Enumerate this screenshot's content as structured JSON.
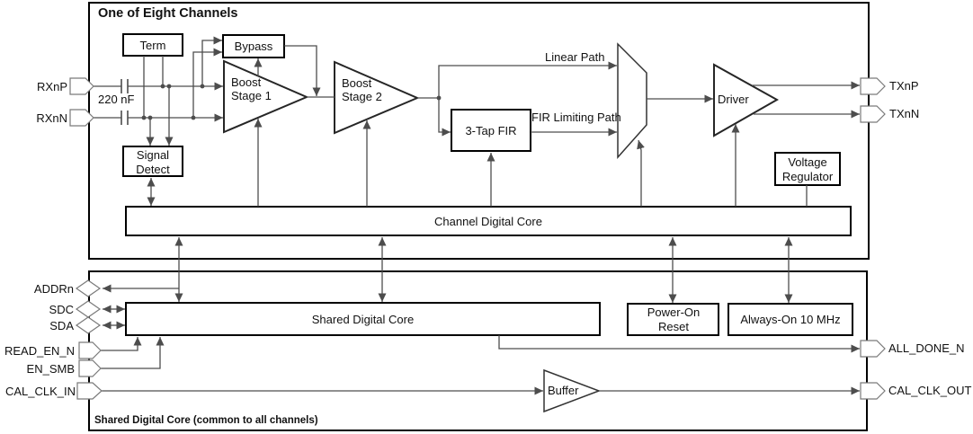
{
  "channel": {
    "title": "One of Eight Channels",
    "blocks": {
      "term": "Term",
      "bypass": "Bypass",
      "boost_stage_1": "Boost Stage 1",
      "boost_stage_2": "Boost Stage 2",
      "fir": "3-Tap FIR",
      "driver": "Driver",
      "signal_detect": "Signal Detect",
      "voltage_regulator": "Voltage Regulator",
      "digital_core": "Channel Digital Core"
    },
    "labels": {
      "coupling_cap": "220 nF",
      "linear_path": "Linear Path",
      "fir_limiting_path": "FIR Limiting Path"
    },
    "pins": {
      "rxnp": "RXnP",
      "rxnn": "RXnN",
      "txnp": "TXnP",
      "txnn": "TXnN"
    }
  },
  "shared": {
    "title": "Shared Digital Core (common to all channels)",
    "blocks": {
      "digital_core": "Shared Digital Core",
      "power_on_reset": "Power-On Reset",
      "always_on_osc": "Always-On 10 MHz",
      "buffer": "Buffer"
    },
    "pins": {
      "addrn": "ADDRn",
      "sdc": "SDC",
      "sda": "SDA",
      "read_en_n": "READ_EN_N",
      "en_smb": "EN_SMB",
      "cal_clk_in": "CAL_CLK_IN",
      "all_done_n": "ALL_DONE_N",
      "cal_clk_out": "CAL_CLK_OUT"
    }
  },
  "colors": {
    "wire": "#4d4d4d",
    "arrow": "#4d4d4d",
    "box_border": "#000000",
    "background": "#ffffff"
  }
}
